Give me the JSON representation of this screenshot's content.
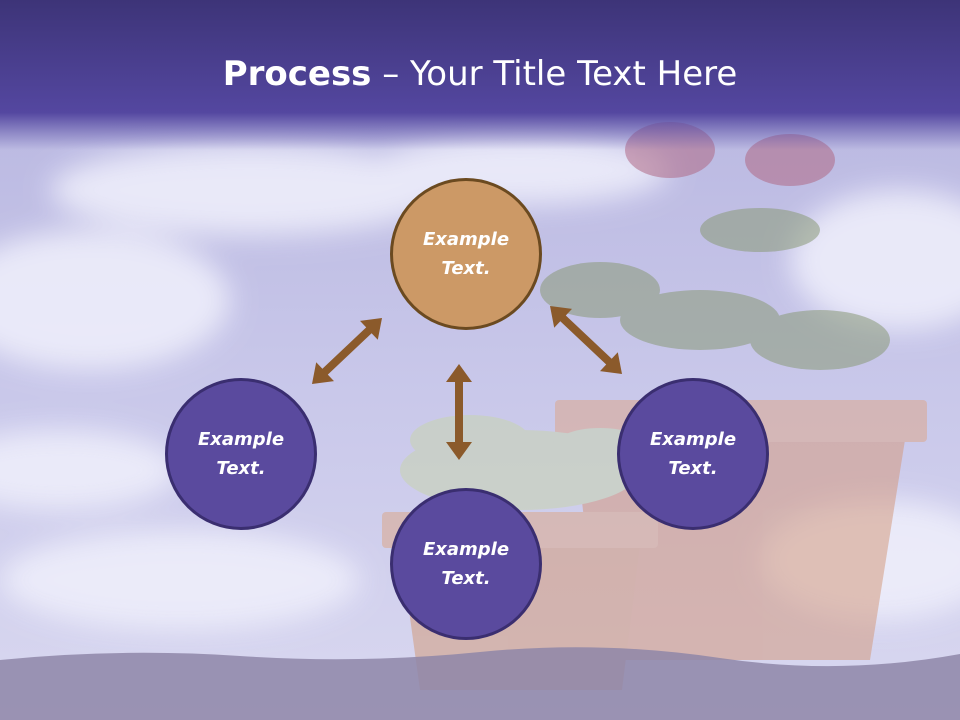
{
  "title": {
    "bold": "Process",
    "rest": " – Your Title Text Here"
  },
  "nodes": [
    {
      "id": "top",
      "text": "Example\nText."
    },
    {
      "id": "left",
      "text": "Example\nText."
    },
    {
      "id": "right",
      "text": "Example\nText."
    },
    {
      "id": "bottom",
      "text": "Example\nText."
    }
  ],
  "colors": {
    "header": "#4b3f8f",
    "node_fill": "#5a4a9e",
    "node_accent": "#cc9966",
    "arrow": "#8b5a2b"
  }
}
